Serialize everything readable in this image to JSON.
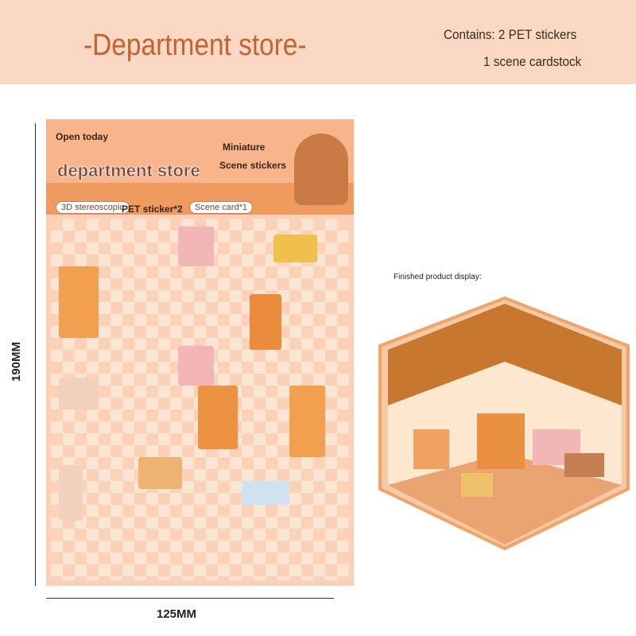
{
  "banner": {
    "title": "-Department store-",
    "contains_line1": "Contains: 2 PET stickers",
    "contains_line2": "1 scene cardstock"
  },
  "dimensions": {
    "height": "190MM",
    "width": "125MM"
  },
  "sticker_sheet": {
    "open_today": "Open today",
    "store_name": "department store",
    "miniature": "Miniature",
    "scene_stickers": "Scene stickers",
    "badge_3d": "3D stereoscopic",
    "pet_sticker": "PET sticker*2",
    "scene_card": "Scene card*1"
  },
  "display_label": "Finished product display:",
  "colors": {
    "banner": "#fbd8c3",
    "title": "#c5622f",
    "sheet": "#fbd0b6",
    "accent": "#ef9a5e"
  }
}
